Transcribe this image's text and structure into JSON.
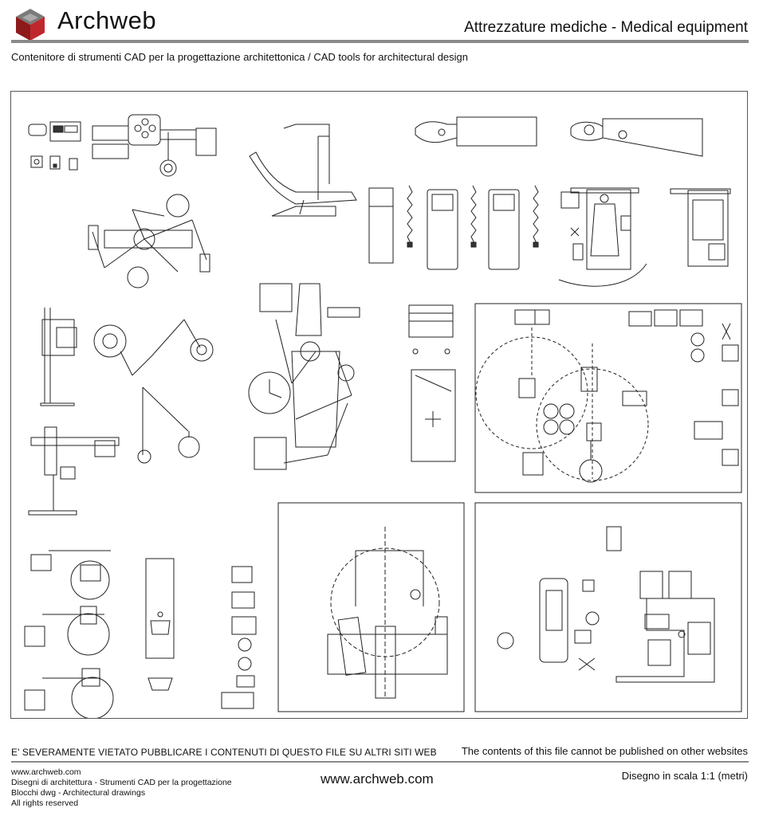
{
  "header": {
    "brand": "Archweb",
    "title": "Attrezzature mediche - Medical equipment",
    "subtitle": "Contenitore di strumenti CAD per la progettazione architettonica  /  CAD tools for architectural design",
    "logo_colors": {
      "top": "#6b6b6b",
      "left": "#8e1b1b",
      "right": "#c0272d"
    }
  },
  "footer": {
    "warning_it": "E' SEVERAMENTE VIETATO PUBBLICARE I CONTENUTI DI QUESTO FILE SU ALTRI SITI WEB",
    "warning_en": "The contents of this file cannot be published on other websites",
    "lines": [
      "www.archweb.com",
      "Disegni di architettura - Strumenti CAD  per la progettazione",
      "Blocchi dwg - Architectural drawings",
      "All rights reserved"
    ],
    "site": "www.archweb.com",
    "scale": "Disegno in scala 1:1 (metri)"
  }
}
